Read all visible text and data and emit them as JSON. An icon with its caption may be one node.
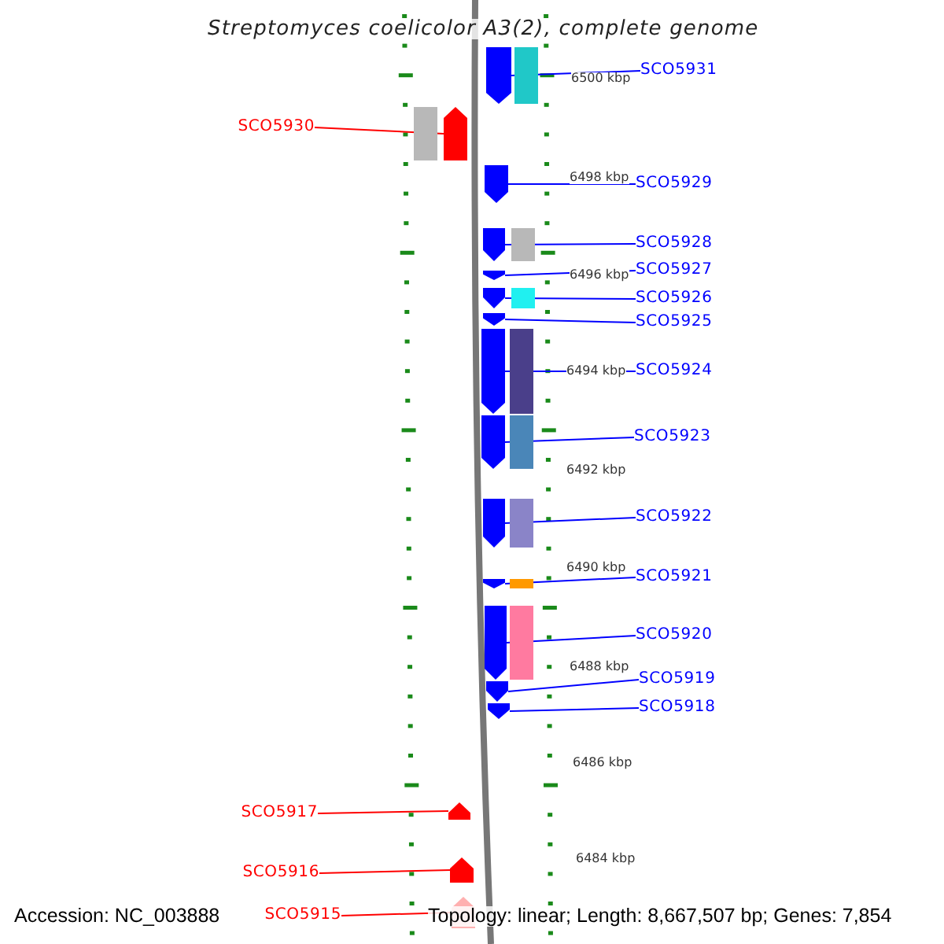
{
  "diagram": {
    "title": "Streptomyces coelicolor A3(2), complete genome",
    "nodes": [
      {
        "text": [
          "SCO5931"
        ]
      },
      {
        "text": [],
        "shape": "pentagon"
      },
      {
        "text": [
          "SCO5930"
        ]
      },
      {
        "text": [],
        "shape": "pentagon"
      },
      {
        "text": [
          "SCO5929"
        ]
      },
      {
        "text": [],
        "shape": "pentagon"
      },
      {
        "text": [
          "SCO5928"
        ]
      },
      {
        "text": [],
        "shape": "pentagon"
      },
      {
        "text": [
          "SCO5927"
        ]
      },
      {
        "text": [],
        "shape": "pentagon"
      },
      {
        "text": [
          "SCO5926"
        ]
      },
      {
        "text": [],
        "shape": "pentagon"
      },
      {
        "text": [
          "SCO5925"
        ]
      },
      {
        "text": [],
        "shape": "pentagon"
      },
      {
        "text": [
          "SCO5924"
        ]
      },
      {
        "text": [],
        "shape": "pentagon"
      },
      {
        "text": [
          "SCO5923"
        ]
      },
      {
        "text": [],
        "shape": "pentagon"
      },
      {
        "text": [
          "SCO5922"
        ]
      },
      {
        "text": [],
        "shape": "pentagon"
      },
      {
        "text": [
          "SCO5921"
        ]
      },
      {
        "text": [],
        "shape": "pentagon"
      },
      {
        "text": [
          "SCO5920"
        ]
      },
      {
        "text": [],
        "shape": "pentagon"
      },
      {
        "text": [
          "SCO5919"
        ]
      },
      {
        "text": [],
        "shape": "pentagon"
      },
      {
        "text": [
          "SCO5918"
        ]
      },
      {
        "text": [],
        "shape": "pentagon"
      },
      {
        "text": [
          "SCO5917"
        ]
      },
      {
        "text": [],
        "shape": "pentagon"
      },
      {
        "text": [
          "SCO5916"
        ]
      },
      {
        "text": [],
        "shape": "pentagon"
      },
      {
        "text": [
          "SCO5915"
        ]
      },
      {
        "text": [],
        "shape": "pentagon"
      }
    ],
    "edges": [
      {
        "from": 0,
        "to": 1,
        "arrow": "none"
      },
      {
        "from": 2,
        "to": 3,
        "arrow": "none",
        "color": "#ff0000"
      },
      {
        "from": 4,
        "to": 5,
        "arrow": "none"
      },
      {
        "from": 6,
        "to": 7,
        "arrow": "none"
      },
      {
        "from": 8,
        "to": 9,
        "arrow": "none"
      },
      {
        "from": 10,
        "to": 11,
        "arrow": "none"
      },
      {
        "from": 12,
        "to": 13,
        "arrow": "none"
      },
      {
        "from": 14,
        "to": 15,
        "arrow": "none"
      },
      {
        "from": 16,
        "to": 17,
        "arrow": "none"
      },
      {
        "from": 18,
        "to": 19,
        "arrow": "none"
      },
      {
        "from": 20,
        "to": 21,
        "arrow": "none"
      },
      {
        "from": 22,
        "to": 23,
        "arrow": "none"
      },
      {
        "from": 24,
        "to": 25,
        "arrow": "none"
      },
      {
        "from": 26,
        "to": 27,
        "arrow": "none"
      },
      {
        "from": 28,
        "to": 29,
        "arrow": "none",
        "color": "#ff0000"
      },
      {
        "from": 30,
        "to": 31,
        "arrow": "none",
        "color": "#ff0000"
      },
      {
        "from": 32,
        "to": 33,
        "arrow": "none",
        "color": "#ff0000"
      }
    ],
    "labels": [
      "6500 kbp",
      "6498 kbp",
      "6496 kbp",
      "6494 kbp",
      "6492 kbp",
      "6490 kbp",
      "6488 kbp",
      "6486 kbp",
      "6484 kbp",
      "Accession: NC_003888",
      "Topology: linear; Length: 8,667,507 bp; Genes: 7,854"
    ]
  }
}
